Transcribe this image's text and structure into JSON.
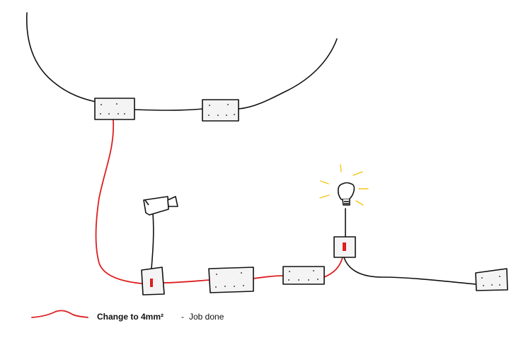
{
  "diagram": {
    "colors": {
      "existing_wire": "#111111",
      "upgraded_wire": "#dd1f1f",
      "light_glow": "#f5c518",
      "box_fill": "#f4f4f4",
      "switch_rocker": "#dd1f1f"
    },
    "components": [
      {
        "kind": "junction-box",
        "id": "junction-box-1"
      },
      {
        "kind": "junction-box",
        "id": "junction-box-2"
      },
      {
        "kind": "socket",
        "id": "socket-1"
      },
      {
        "kind": "socket",
        "id": "socket-2"
      },
      {
        "kind": "socket",
        "id": "socket-3"
      },
      {
        "kind": "switch",
        "id": "switch-1"
      },
      {
        "kind": "switch",
        "id": "switch-2"
      },
      {
        "kind": "light",
        "id": "ceiling-light",
        "icon": "lightbulb-icon"
      },
      {
        "kind": "camera",
        "id": "security-camera",
        "icon": "camera-icon"
      }
    ]
  },
  "legend": {
    "label": "Change to 4mm²",
    "separator": "-",
    "note": "Job done"
  }
}
